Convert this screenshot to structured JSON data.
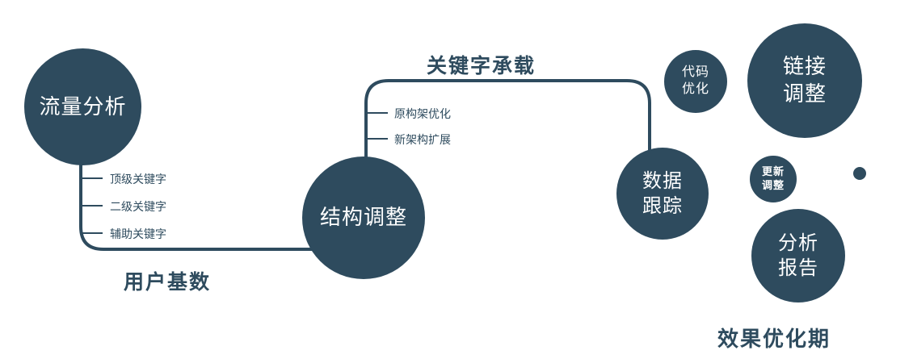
{
  "colors": {
    "primary": "#2e4b5e",
    "text_on_node": "#ffffff",
    "background": "#ffffff"
  },
  "nodes": {
    "traffic": {
      "label": "流量分析"
    },
    "structure": {
      "label": "结构调整"
    },
    "data_tracking": {
      "line1": "数据",
      "line2": "跟踪"
    },
    "code_opt": {
      "line1": "代码",
      "line2": "优化"
    },
    "link_adjust": {
      "line1": "链接",
      "line2": "调整"
    },
    "update_adjust": {
      "line1": "更新",
      "line2": "调整"
    },
    "analysis_report": {
      "line1": "分析",
      "line2": "报告"
    }
  },
  "edge_labels": {
    "user_base": "用户基数",
    "keyword_carry": "关键字承载"
  },
  "branch_labels": {
    "top_keyword": "顶级关键字",
    "second_keyword": "二级关键字",
    "aux_keyword": "辅助关键字",
    "original_structure": "原构架优化",
    "new_structure": "新架构扩展"
  },
  "caption": "效果优化期"
}
